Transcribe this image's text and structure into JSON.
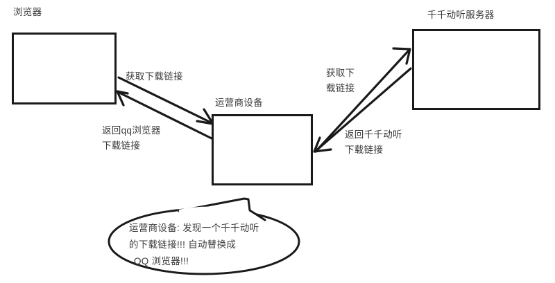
{
  "diagram": {
    "title_visible": false,
    "background_color": "#ffffff",
    "stroke_color": "#1a1a1a",
    "text_color": "#3b3b3b",
    "nodes": [
      {
        "id": "browser",
        "caption": "浏览器",
        "shape": "rectangle"
      },
      {
        "id": "operator-device",
        "caption": "运营商设备",
        "shape": "rectangle"
      },
      {
        "id": "qianqian-server",
        "caption": "千千动听服务器",
        "shape": "rectangle"
      }
    ],
    "edges": [
      {
        "id": "browser-to-operator",
        "from": "browser",
        "to": "operator-device",
        "direction": "right-down",
        "label_lines": [
          "获取下载链接"
        ]
      },
      {
        "id": "operator-to-browser",
        "from": "operator-device",
        "to": "browser",
        "direction": "left-up",
        "label_lines": [
          "返回qq浏览器",
          "下载链接"
        ]
      },
      {
        "id": "operator-to-server",
        "from": "operator-device",
        "to": "qianqian-server",
        "direction": "right-up",
        "label_lines": [
          "获取下",
          "载链接"
        ]
      },
      {
        "id": "server-to-operator",
        "from": "qianqian-server",
        "to": "operator-device",
        "direction": "left-down",
        "label_lines": [
          "返回千千动听",
          "下载链接"
        ]
      }
    ],
    "callout": {
      "id": "operator-callout",
      "shape": "speech-bubble-ellipse",
      "points_to": "operator-device",
      "lines": [
        "运营商设备: 发现一个千千动听",
        "的下载链接!!! 自动替换成",
        "QQ 浏览器!!!"
      ]
    }
  }
}
